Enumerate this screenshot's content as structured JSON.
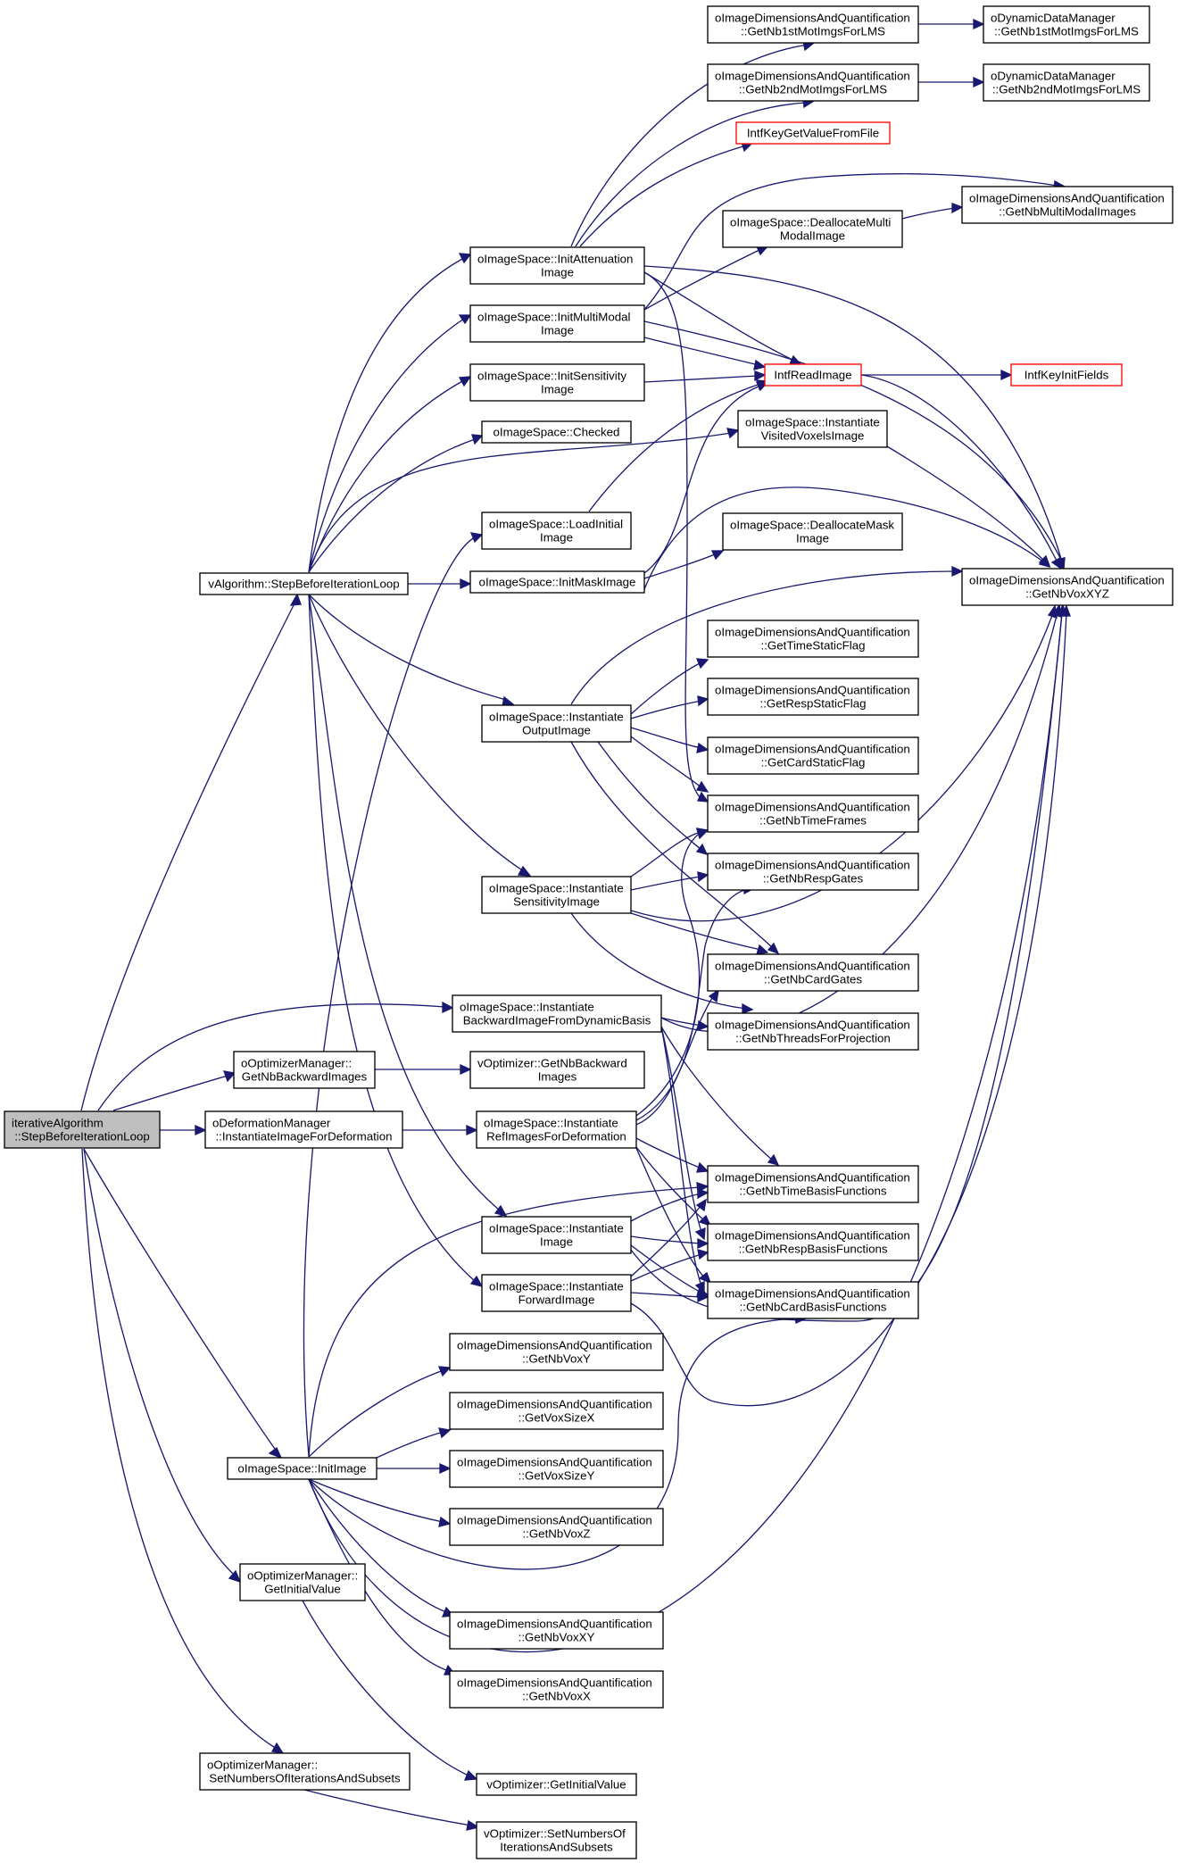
{
  "nodes": {
    "ia_step": [
      "iterativeAlgorithm",
      "::StepBeforeIterationLoop"
    ],
    "va_step": [
      "vAlgorithm::StepBeforeIterationLoop"
    ],
    "om_getnbbwd": [
      "oOptimizerManager::",
      "GetNbBackwardImages"
    ],
    "odm_inst": [
      "oDeformationManager",
      "::InstantiateImageForDeformation"
    ],
    "is_initimage": [
      "oImageSpace::InitImage"
    ],
    "om_getinit": [
      "oOptimizerManager::",
      "GetInitialValue"
    ],
    "om_setnum": [
      "oOptimizerManager::",
      "SetNumbersOfIterationsAndSubsets"
    ],
    "is_initatt": [
      "oImageSpace::InitAttenuation",
      "Image"
    ],
    "is_initmm": [
      "oImageSpace::InitMultiModal",
      "Image"
    ],
    "is_initsens": [
      "oImageSpace::InitSensitivity",
      "Image"
    ],
    "is_checked": [
      "oImageSpace::Checked"
    ],
    "is_loadinit": [
      "oImageSpace::LoadInitial",
      "Image"
    ],
    "is_initmask": [
      "oImageSpace::InitMaskImage"
    ],
    "is_instout": [
      "oImageSpace::Instantiate",
      "OutputImage"
    ],
    "is_instsens": [
      "oImageSpace::Instantiate",
      "SensitivityImage"
    ],
    "is_instbwd": [
      "oImageSpace::Instantiate",
      "BackwardImageFromDynamicBasis"
    ],
    "vo_getnbbwd": [
      "vOptimizer::GetNbBackward",
      "Images"
    ],
    "is_instref": [
      "oImageSpace::Instantiate",
      "RefImagesForDeformation"
    ],
    "is_instimg": [
      "oImageSpace::Instantiate",
      "Image"
    ],
    "is_instfwd": [
      "oImageSpace::Instantiate",
      "ForwardImage"
    ],
    "vo_getinit": [
      "vOptimizer::GetInitialValue"
    ],
    "vo_setnum": [
      "vOptimizer::SetNumbersOf",
      "IterationsAndSubsets"
    ],
    "oid_nbvoxy": [
      "oImageDimensionsAndQuantification",
      "::GetNbVoxY"
    ],
    "oid_voxsizex": [
      "oImageDimensionsAndQuantification",
      "::GetVoxSizeX"
    ],
    "oid_voxsizey": [
      "oImageDimensionsAndQuantification",
      "::GetVoxSizeY"
    ],
    "oid_nbvoxz": [
      "oImageDimensionsAndQuantification",
      "::GetNbVoxZ"
    ],
    "oid_nbvoxxy": [
      "oImageDimensionsAndQuantification",
      "::GetNbVoxXY"
    ],
    "oid_nbvoxx": [
      "oImageDimensionsAndQuantification",
      "::GetNbVoxX"
    ],
    "oid_nb1st": [
      "oImageDimensionsAndQuantification",
      "::GetNb1stMotImgsForLMS"
    ],
    "oid_nb2nd": [
      "oImageDimensionsAndQuantification",
      "::GetNb2ndMotImgsForLMS"
    ],
    "intf_keyget": [
      "IntfKeyGetValueFromFile"
    ],
    "is_deallocmm": [
      "oImageSpace::DeallocateMulti",
      "ModalImage"
    ],
    "intf_read": [
      "IntfReadImage"
    ],
    "is_instvisited": [
      "oImageSpace::Instantiate",
      "VisitedVoxelsImage"
    ],
    "is_deallocmask": [
      "oImageSpace::DeallocateMask",
      "Image"
    ],
    "oid_timestatic": [
      "oImageDimensionsAndQuantification",
      "::GetTimeStaticFlag"
    ],
    "oid_respstatic": [
      "oImageDimensionsAndQuantification",
      "::GetRespStaticFlag"
    ],
    "oid_cardstatic": [
      "oImageDimensionsAndQuantification",
      "::GetCardStaticFlag"
    ],
    "oid_nbtimeframes": [
      "oImageDimensionsAndQuantification",
      "::GetNbTimeFrames"
    ],
    "oid_nbrespgates": [
      "oImageDimensionsAndQuantification",
      "::GetNbRespGates"
    ],
    "oid_nbcardgates": [
      "oImageDimensionsAndQuantification",
      "::GetNbCardGates"
    ],
    "oid_nbthreads": [
      "oImageDimensionsAndQuantification",
      "::GetNbThreadsForProjection"
    ],
    "oid_nbtimebasis": [
      "oImageDimensionsAndQuantification",
      "::GetNbTimeBasisFunctions"
    ],
    "oid_nbrespbasis": [
      "oImageDimensionsAndQuantification",
      "::GetNbRespBasisFunctions"
    ],
    "oid_nbcardbasis": [
      "oImageDimensionsAndQuantification",
      "::GetNbCardBasisFunctions"
    ],
    "odd_nb1st": [
      "oDynamicDataManager",
      "::GetNb1stMotImgsForLMS"
    ],
    "odd_nb2nd": [
      "oDynamicDataManager",
      "::GetNb2ndMotImgsForLMS"
    ],
    "oid_nbmm": [
      "oImageDimensionsAndQuantification",
      "::GetNbMultiModalImages"
    ],
    "intf_keyinit": [
      "IntfKeyInitFields"
    ],
    "oid_nbvoxxyz": [
      "oImageDimensionsAndQuantification",
      "::GetNbVoxXYZ"
    ]
  },
  "colors": {
    "edge": "#191970",
    "root_fill": "#bfbfbf",
    "truncated_border": "#ff0000"
  }
}
